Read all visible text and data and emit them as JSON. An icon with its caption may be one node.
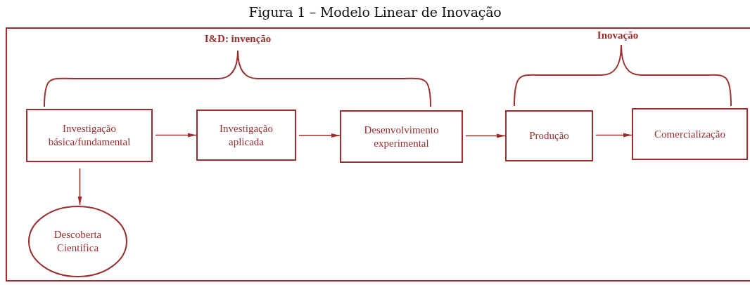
{
  "diagram": {
    "title": "Figura 1 – Modelo Linear de Inovação",
    "nodes": [
      {
        "text": [
          "Investigação básica/fundamental"
        ]
      },
      {
        "text": [
          "Investigação aplicada"
        ]
      },
      {
        "text": [
          "Desenvolvimento experimental"
        ]
      },
      {
        "text": [
          "Produção"
        ]
      },
      {
        "text": [
          "Comercialização"
        ]
      },
      {
        "text": [
          "Descoberta Científica"
        ]
      }
    ],
    "edges": [
      {
        "from": 0,
        "to": 1,
        "arrow": "to"
      },
      {
        "from": 1,
        "to": 2,
        "arrow": "to"
      },
      {
        "from": 2,
        "to": 3,
        "arrow": "to"
      },
      {
        "from": 3,
        "to": 4,
        "arrow": "to"
      },
      {
        "from": 0,
        "to": 5,
        "arrow": "to"
      }
    ],
    "labels": [
      "I&D: invenção",
      "Inovação"
    ]
  }
}
